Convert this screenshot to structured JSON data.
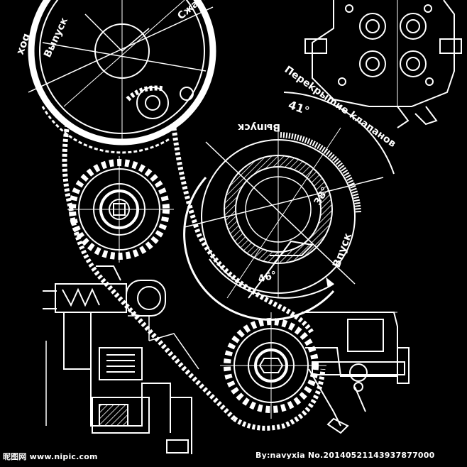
{
  "labels": {
    "top_left_a": "хоg",
    "top_left_b": "Bыnycк",
    "top_left_c": "Cжaтиe",
    "center_intake": "Bыnycк",
    "center_angle": "41°",
    "center_angle2": "38°",
    "right_exhaust": "Bпyск",
    "overlap_label": "Пepekpыmиe kлaпaнoв",
    "angle_bottom": "46°"
  },
  "watermark": {
    "left": "昵图网 www.nipic.com",
    "right": "By:navyxia  No.20140521143937877000"
  },
  "colors": {
    "background": "#000000",
    "ink": "#ffffff"
  }
}
